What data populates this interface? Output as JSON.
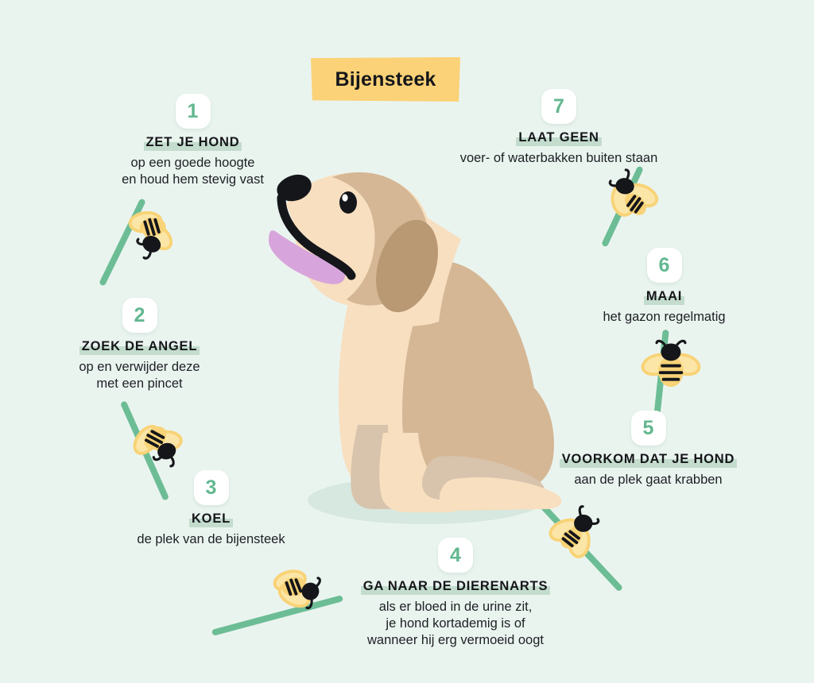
{
  "page": {
    "background_color": "#eaf4ef",
    "title": "Bijensteek",
    "title_banner_color": "#fbd277",
    "accent_green": "#63b78f",
    "highlight_green": "#c3dccd",
    "stalk_green": "#6cbd95",
    "badge_background": "#ffffff",
    "text_color": "#15161a"
  },
  "steps": [
    {
      "number": "1",
      "heading": "ZET JE HOND",
      "body": "op een goede hoogte\nen houd hem stevig vast"
    },
    {
      "number": "2",
      "heading": "ZOEK DE ANGEL",
      "body": "op en verwijder deze\nmet een pincet"
    },
    {
      "number": "3",
      "heading": "KOEL",
      "body": "de plek van de bijensteek"
    },
    {
      "number": "4",
      "heading": "GA NAAR DE DIERENARTS",
      "body": "als er bloed in de urine zit,\nje hond kortademig is of\nwanneer hij erg vermoeid oogt"
    },
    {
      "number": "5",
      "heading": "VOORKOM DAT JE HOND",
      "body": "aan de plek gaat krabben"
    },
    {
      "number": "6",
      "heading": "MAAI",
      "body": "het gazon regelmatig"
    },
    {
      "number": "7",
      "heading": "LAAT GEEN",
      "body": "voer- of waterbakken buiten staan"
    }
  ],
  "illustrations": {
    "dog": {
      "name": "sitting-dog",
      "body_color": "#f7dfc0",
      "back_color": "#d5b795",
      "ear_color": "#b99874",
      "nose_color": "#15161a",
      "tongue_color": "#d7a5db",
      "shadow_color": "#d6e8df"
    },
    "bees": [
      {
        "name": "bee-1",
        "orientation": "facing-down-left"
      },
      {
        "name": "bee-2",
        "orientation": "facing-down-right"
      },
      {
        "name": "bee-3",
        "orientation": "facing-right"
      },
      {
        "name": "bee-4",
        "orientation": "facing-up-right"
      },
      {
        "name": "bee-5",
        "orientation": "facing-down"
      },
      {
        "name": "bee-6",
        "orientation": "facing-up-left"
      }
    ],
    "bee_colors": {
      "wing": "#fbe6a8",
      "body": "#f8d377",
      "stripes": "#15161a",
      "head": "#15161a"
    }
  }
}
